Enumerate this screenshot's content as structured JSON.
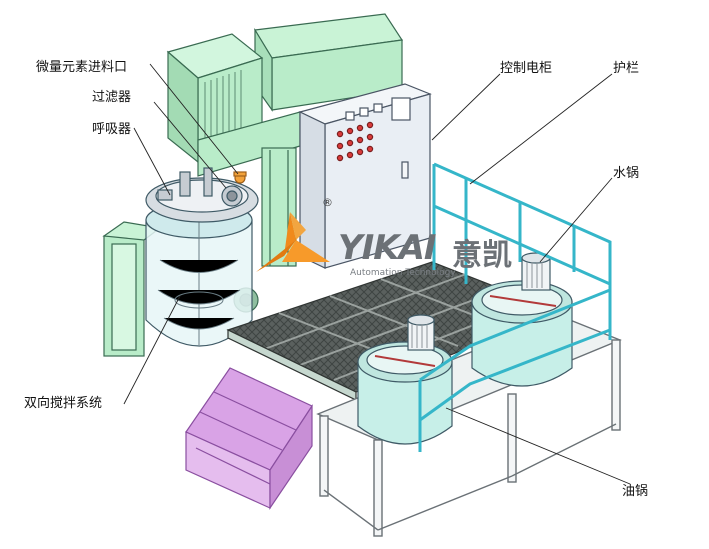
{
  "labels": {
    "micro_feed_port": "微量元素进料口",
    "filter": "过滤器",
    "breather": "呼吸器",
    "control_cabinet": "控制电柜",
    "guardrail": "护栏",
    "water_pot": "水锅",
    "bidirectional_mixing": "双向搅拌系统",
    "oil_pot": "油锅"
  },
  "logo": {
    "brand_latin": "YIKAI",
    "brand_cn": "意凯",
    "tagline": "Automation Technology",
    "registered_mark": "®"
  },
  "colors": {
    "frame_green": "#b9ecc9",
    "frame_stroke": "#3a6b52",
    "tank_blue_green": "#c7efe8",
    "rail_cyan": "#35b6c9",
    "cabinet_grey": "#e9eef4",
    "stairs_purple": "#d9a3e6",
    "stairs_stroke": "#8a4fa0",
    "platform_dark": "#505654",
    "logo_orange": "#f08a1c",
    "logo_dark": "#6c7176"
  }
}
